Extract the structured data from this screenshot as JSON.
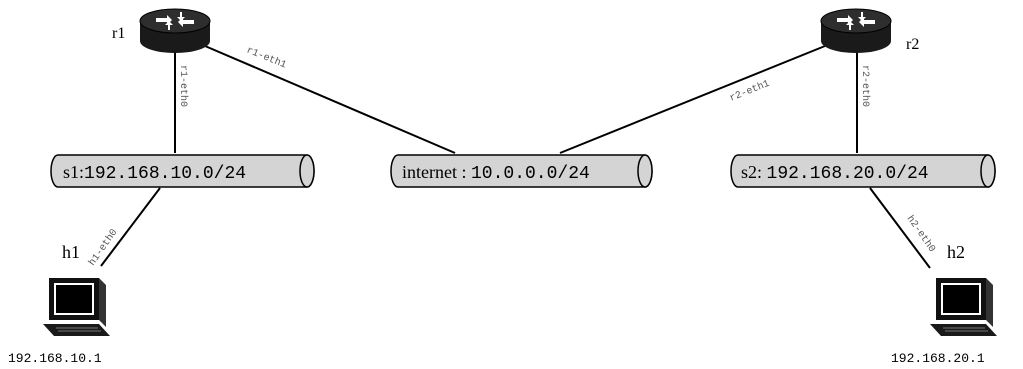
{
  "routers": {
    "r1": {
      "label": "r1"
    },
    "r2": {
      "label": "r2"
    }
  },
  "hosts": {
    "h1": {
      "label": "h1",
      "ip": "192.168.10.1"
    },
    "h2": {
      "label": "h2",
      "ip": "192.168.20.1"
    }
  },
  "switches": {
    "s1": {
      "name": "s1",
      "sep": ":",
      "subnet": "192.168.10.0/24"
    },
    "internet": {
      "name": "internet",
      "sep": " : ",
      "subnet": "10.0.0.0/24"
    },
    "s2": {
      "name": "s2",
      "sep": ": ",
      "subnet": "192.168.20.0/24"
    }
  },
  "interfaces": {
    "r1_eth0": "r1-eth0",
    "r1_eth1": "r1-eth1",
    "r2_eth0": "r2-eth0",
    "r2_eth1": "r2-eth1",
    "h1_eth0": "h1-eth0",
    "h2_eth0": "h2-eth0"
  },
  "colors": {
    "pipe_fill": "#d4d4d4",
    "router_body": "#1a1a1a",
    "line": "#000000",
    "iface_label": "#555555"
  }
}
